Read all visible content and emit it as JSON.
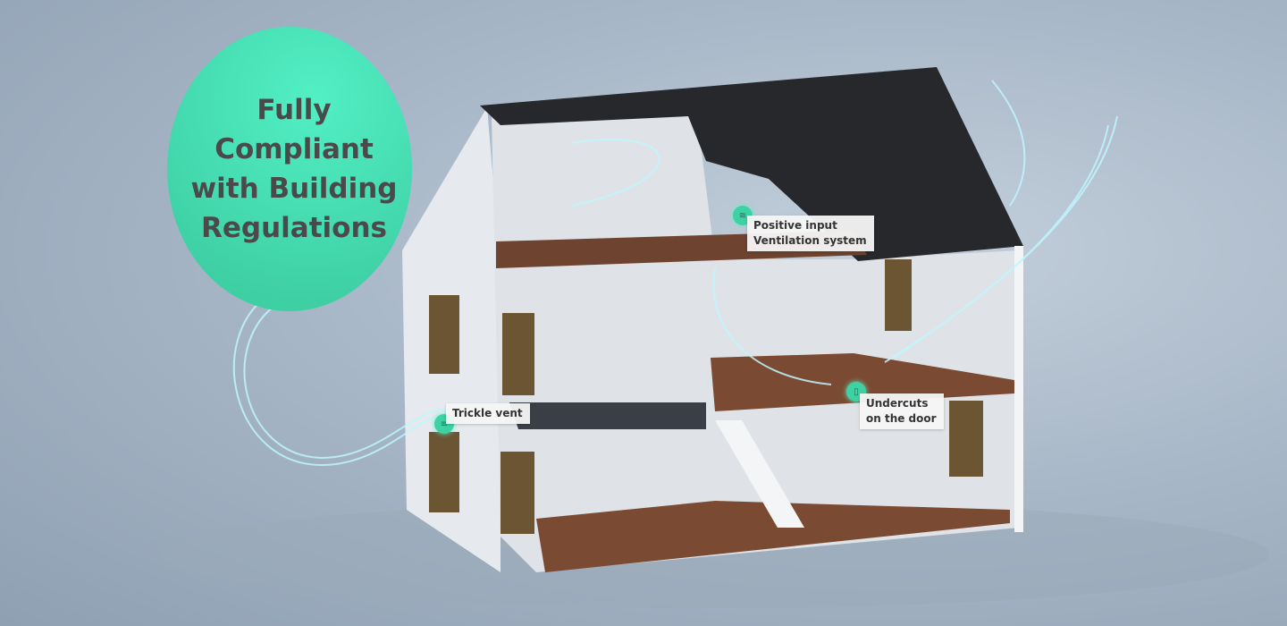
{
  "headline": "Fully Compliant with Building Regulations",
  "callouts": {
    "piv": {
      "line1": "Positive input",
      "line2": "Ventilation system",
      "icon": "airflow-icon"
    },
    "trickle": {
      "label": "Trickle vent",
      "icon": "vent-icon"
    },
    "door": {
      "line1": "Undercuts",
      "line2": "on the door",
      "icon": "door-icon"
    }
  },
  "colors": {
    "accent": "#3ed1a4",
    "roof": "#2a2c30",
    "floor": "#7a4a32",
    "wall": "#eef1f4"
  }
}
